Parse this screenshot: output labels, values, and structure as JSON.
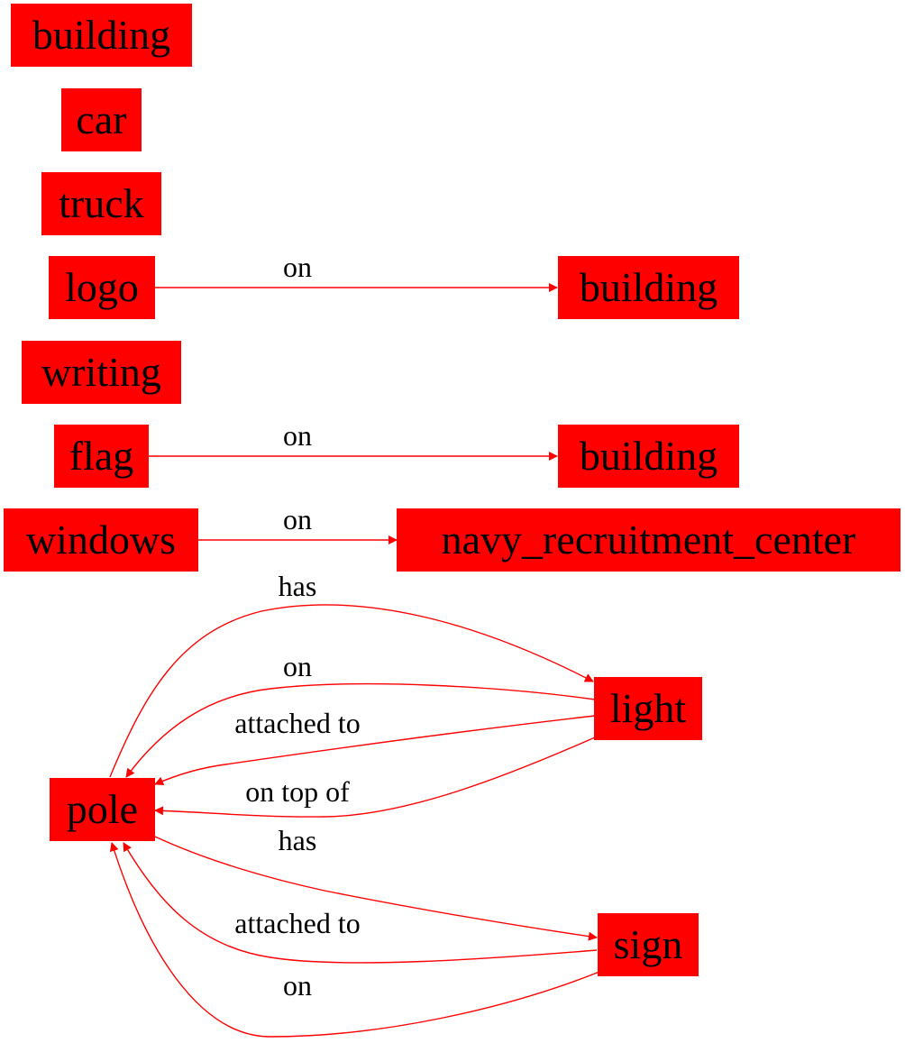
{
  "colors": {
    "node_fill": "#ff0000",
    "edge": "#ff0000",
    "text": "#000000",
    "background": "#ffffff"
  },
  "nodes": {
    "building_1": "building",
    "car": "car",
    "truck": "truck",
    "logo": "logo",
    "building_2": "building",
    "writing": "writing",
    "flag": "flag",
    "building_3": "building",
    "windows": "windows",
    "navy_recruitment_center": "navy_recruitment_center",
    "light": "light",
    "pole": "pole",
    "sign": "sign"
  },
  "edges": [
    {
      "from": "logo",
      "to": "building_2",
      "label": "on"
    },
    {
      "from": "flag",
      "to": "building_3",
      "label": "on"
    },
    {
      "from": "windows",
      "to": "navy_recruitment_center",
      "label": "on"
    },
    {
      "from": "pole",
      "to": "light",
      "label": "has"
    },
    {
      "from": "light",
      "to": "pole",
      "label": "on"
    },
    {
      "from": "light",
      "to": "pole",
      "label": "attached to"
    },
    {
      "from": "light",
      "to": "pole",
      "label": "on top of"
    },
    {
      "from": "pole",
      "to": "sign",
      "label": "has"
    },
    {
      "from": "sign",
      "to": "pole",
      "label": "attached to"
    },
    {
      "from": "sign",
      "to": "pole",
      "label": "on"
    }
  ]
}
